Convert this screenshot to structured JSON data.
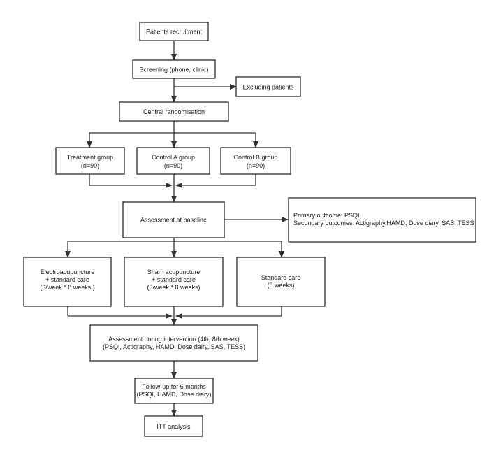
{
  "nodes": {
    "recruitment": [
      "Patients recruitment"
    ],
    "screening": [
      "Screening (phone, clinic)"
    ],
    "excluding": [
      "Excluding patients"
    ],
    "randomisation": [
      "Central randomisation"
    ],
    "treatment_group": [
      "Treatment group",
      "(n=90)"
    ],
    "control_a": [
      "Control A group",
      "(n=90)"
    ],
    "control_b": [
      "Control B group",
      "(n=90)"
    ],
    "baseline": [
      "Assessment at baseline"
    ],
    "outcomes": [
      "Primary outcome: PSQI",
      "Secondary outcomes: Actigraphy,HAMD, Dose diary, SAS, TESS"
    ],
    "electroacupuncture": [
      "Electroacupuncture",
      "+ standard care",
      "(3/week * 8 weeks )"
    ],
    "sham": [
      "Sham acupuncture",
      "+ standard care",
      "(3/week * 8 weeks)"
    ],
    "standard_care": [
      "Standard care",
      "(8 weeks)"
    ],
    "during_intervention": [
      "Assessment during intervention (4th, 8th week)",
      "(PSQI, Actigraphy, HAMD, Dose dairy, SAS, TESS)"
    ],
    "follow_up": [
      "Follow-up for 6 months",
      "(PSQI, HAMD, Dose diary)"
    ],
    "itt": [
      "ITT analysis"
    ]
  }
}
